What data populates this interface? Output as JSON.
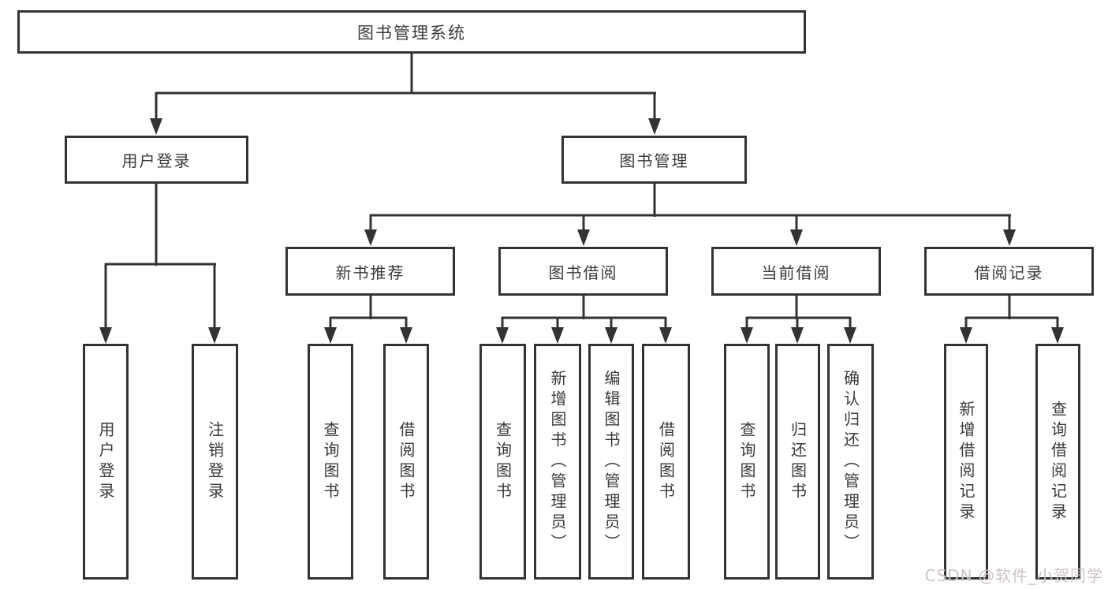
{
  "diagram": {
    "root": {
      "label": "图书管理系统"
    },
    "branches": [
      {
        "label": "用户登录",
        "children": [
          {
            "label": "用户登录"
          },
          {
            "label": "注销登录"
          }
        ]
      },
      {
        "label": "图书管理",
        "children": [
          {
            "label": "新书推荐",
            "children": [
              {
                "label": "查询图书"
              },
              {
                "label": "借阅图书"
              }
            ]
          },
          {
            "label": "图书借阅",
            "children": [
              {
                "label": "查询图书"
              },
              {
                "label": "新增图书（管理员）"
              },
              {
                "label": "编辑图书（管理员）"
              },
              {
                "label": "借阅图书"
              }
            ]
          },
          {
            "label": "当前借阅",
            "children": [
              {
                "label": "查询图书"
              },
              {
                "label": "归还图书"
              },
              {
                "label": "确认归还（管理员）"
              }
            ]
          },
          {
            "label": "借阅记录",
            "children": [
              {
                "label": "新增借阅记录"
              },
              {
                "label": "查询借阅记录"
              }
            ]
          }
        ]
      }
    ],
    "watermark": "CSDN @软件_小贺同学",
    "colors": {
      "line": "#333333",
      "box_border": "#333333",
      "text": "#3a3a3a",
      "watermark": "#ccc3c6",
      "background": "#ffffff"
    }
  }
}
